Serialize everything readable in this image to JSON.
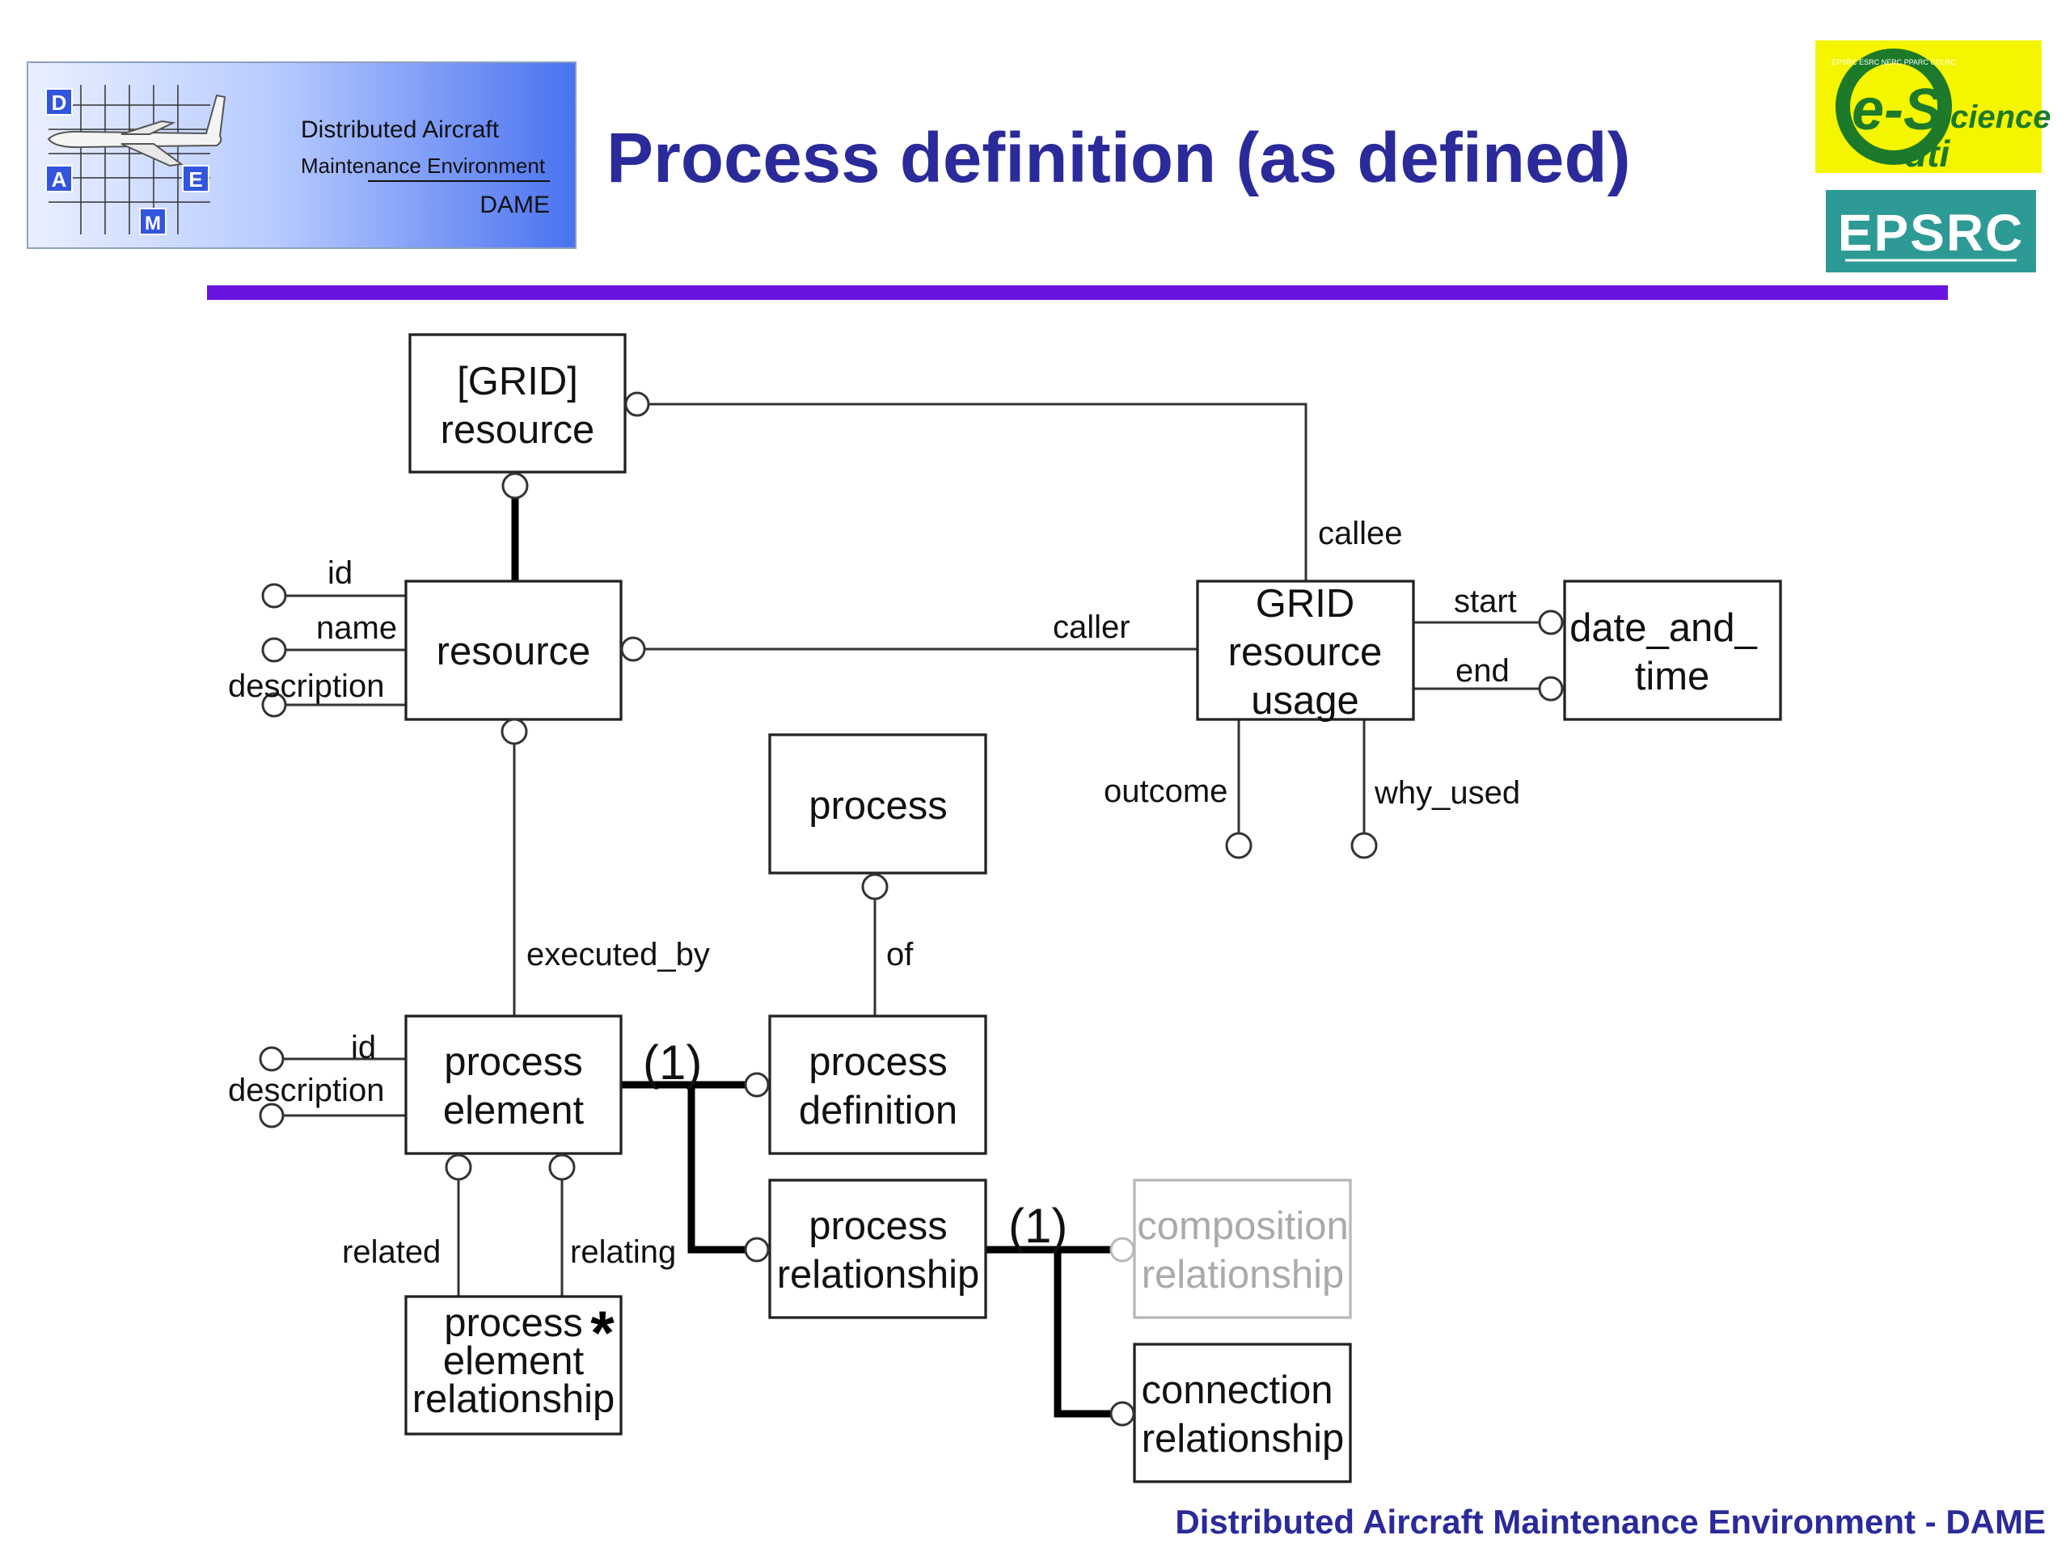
{
  "header": {
    "title": "Process definition (as defined)",
    "logo_dame": {
      "line1": "Distributed Aircraft",
      "line2": "Maintenance Environment",
      "line3": "DAME",
      "letters": [
        "D",
        "A",
        "E",
        "M"
      ]
    },
    "logo_escience": {
      "big": "e-S",
      "rest": "cience",
      "sub": "dti",
      "ring": "EPSRC ESRC NERC PPARC CCLRC"
    },
    "logo_epsrc": "EPSRC"
  },
  "colors": {
    "title": "#2a2a9a",
    "rule": "#6a14e0",
    "escience_bg": "#f5f500",
    "epsrc_bg": "#2e9a96"
  },
  "entities": {
    "grid_resource": [
      "[GRID]",
      "resource"
    ],
    "resource": [
      "resource"
    ],
    "grid_usage": [
      "GRID",
      "resource",
      "usage"
    ],
    "date_and_time": [
      "date_and_",
      "time"
    ],
    "process": [
      "process"
    ],
    "process_definition": [
      "process",
      "definition"
    ],
    "process_element": [
      "process",
      "element"
    ],
    "process_relationship": [
      "process",
      "relationship"
    ],
    "composition_relationship": [
      "composition",
      "relationship"
    ],
    "connection_relationship": [
      "connection",
      "relationship"
    ],
    "process_element_relationship": [
      "process",
      "element",
      "relationship"
    ]
  },
  "labels": {
    "callee": "callee",
    "caller": "caller",
    "start": "start",
    "end": "end",
    "outcome": "outcome",
    "why_used": "why_used",
    "resource_id": "id",
    "resource_name": "name",
    "resource_description": "description",
    "executed_by": "executed_by",
    "of": "of",
    "pe_id": "id",
    "pe_description": "description",
    "related": "related",
    "relating": "relating",
    "one_a": "(1)",
    "one_b": "(1)",
    "star": "*"
  },
  "footer": "Distributed Aircraft Maintenance Environment - DAME"
}
